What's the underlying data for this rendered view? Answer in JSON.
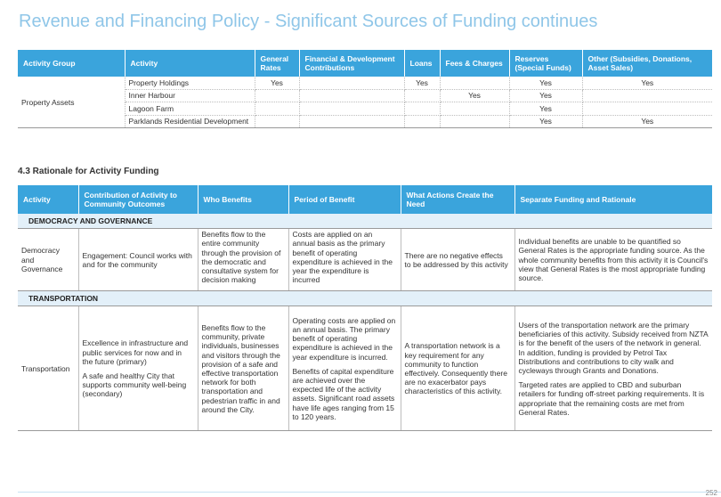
{
  "page": {
    "title": "Revenue and Financing Policy - Significant Sources of Funding continues",
    "section_heading": "4.3 Rationale for Activity Funding",
    "page_number": "252"
  },
  "funding_table": {
    "headers": [
      "Activity Group",
      "Activity",
      "General Rates",
      "Financial & Development Contributions",
      "Loans",
      "Fees & Charges",
      "Reserves (Special Funds)",
      "Other (Subsidies, Donations, Asset Sales)"
    ],
    "group": "Property Assets",
    "rows": [
      {
        "activity": "Property Holdings",
        "general_rates": "Yes",
        "fin_dev": "",
        "loans": "Yes",
        "fees": "",
        "reserves": "Yes",
        "other": "Yes"
      },
      {
        "activity": "Inner Harbour",
        "general_rates": "",
        "fin_dev": "",
        "loans": "",
        "fees": "Yes",
        "reserves": "Yes",
        "other": ""
      },
      {
        "activity": "Lagoon Farm",
        "general_rates": "",
        "fin_dev": "",
        "loans": "",
        "fees": "",
        "reserves": "Yes",
        "other": ""
      },
      {
        "activity": "Parklands Residential Development",
        "general_rates": "",
        "fin_dev": "",
        "loans": "",
        "fees": "",
        "reserves": "Yes",
        "other": "Yes"
      }
    ]
  },
  "rationale_table": {
    "headers": [
      "Activity",
      "Contribution of Activity to Community Outcomes",
      "Who Benefits",
      "Period of Benefit",
      "What Actions Create the Need",
      "Separate Funding and Rationale"
    ],
    "sections": [
      {
        "band": "DEMOCRACY AND GOVERNANCE",
        "activity": "Democracy and Governance",
        "contribution": [
          "Engagement: Council works with and for the community"
        ],
        "who_benefits": "Benefits flow to the entire community through the provision of the democratic and consultative system for decision making",
        "period": [
          "Costs are applied on an annual basis as the primary benefit of operating expenditure is achieved in the year the expenditure is incurred"
        ],
        "actions": "There are no negative effects to be addressed by this activity",
        "rationale": [
          "Individual benefits are unable to be quantified so General Rates is the appropriate funding source. As the whole community benefits from this activity it is Council's view that General Rates is the most appropriate funding source."
        ]
      },
      {
        "band": "TRANSPORTATION",
        "activity": "Transportation",
        "contribution": [
          "Excellence in infrastructure and public services for now and in the future (primary)",
          "A safe and healthy City that supports community well-being (secondary)"
        ],
        "who_benefits": "Benefits flow to the community, private individuals, businesses and visitors through the provision of a safe and effective transportation network for both transportation and pedestrian traffic in and around the City.",
        "period": [
          "Operating costs are applied on an annual basis. The primary benefit of operating expenditure is achieved in the year expenditure is incurred.",
          "Benefits of capital expenditure are achieved over the expected life of the activity assets. Significant road assets have life ages ranging from 15 to 120 years."
        ],
        "actions": "A transportation network is a key requirement for any community to function effectively. Consequently there are no exacerbator pays characteristics of this activity.",
        "rationale": [
          "Users of the transportation network are the primary beneficiaries of this activity. Subsidy received from NZTA is for the benefit of the users of the network in general. In addition, funding is provided by Petrol Tax Distributions and contributions to city walk and cycleways through Grants and Donations.",
          "Targeted rates are applied to CBD and suburban retailers for funding off-street parking requirements. It is appropriate that the remaining costs are met from General Rates."
        ]
      }
    ]
  }
}
